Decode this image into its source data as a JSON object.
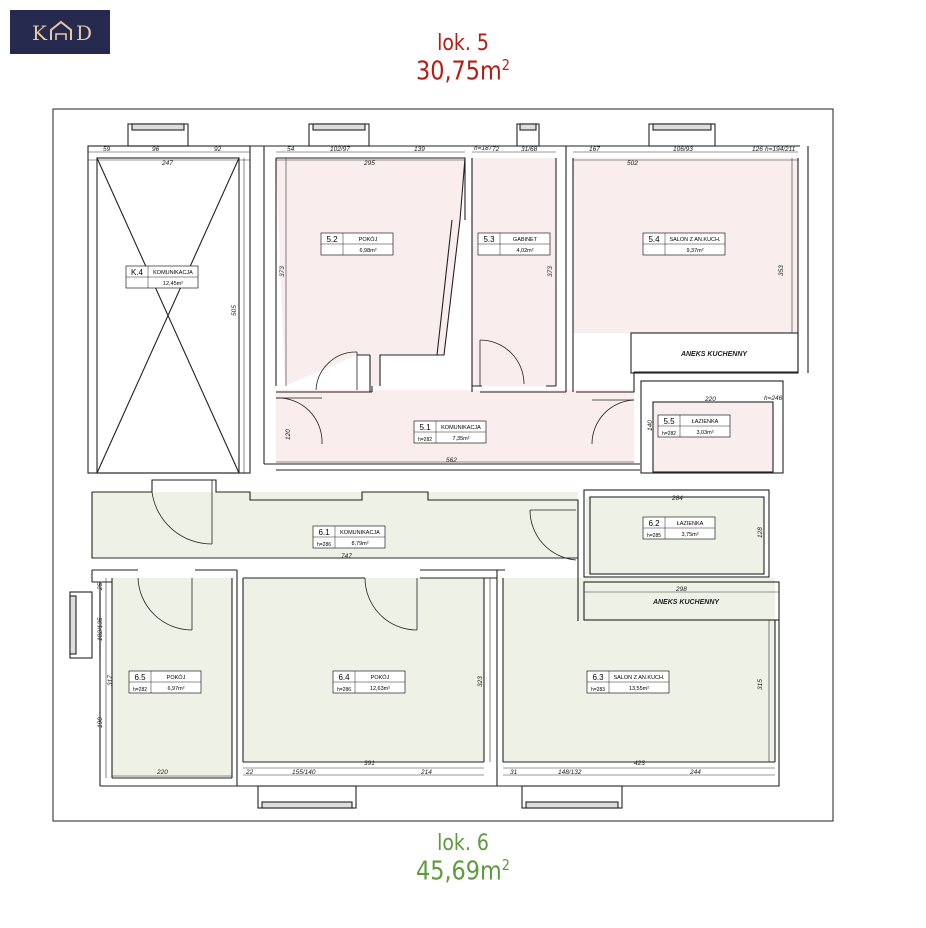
{
  "logo": {
    "left": "K",
    "right": "D"
  },
  "unit5": {
    "label": "lok. 5",
    "area": "30,75m",
    "area_sup": "2"
  },
  "unit6": {
    "label": "lok. 6",
    "area": "45,69m",
    "area_sup": "2"
  },
  "rooms": [
    {
      "id": "K.4",
      "name": "KOMUNIKACJA",
      "area": "12,45m²"
    },
    {
      "id": "5.2",
      "name": "POKÓJ",
      "area": "6,98m²"
    },
    {
      "id": "5.3",
      "name": "GABINET",
      "area": "4,02m²"
    },
    {
      "id": "5.4",
      "name": "SALON Z AN.KUCH.",
      "area": "9,37m²"
    },
    {
      "id": "5.1",
      "name": "KOMUNIKACJA",
      "height": "h=282",
      "area": "7,35m²"
    },
    {
      "id": "5.5",
      "name": "ŁAZIENKA",
      "height": "h=282",
      "area": "3,03m²"
    },
    {
      "id": "6.1",
      "name": "KOMUNIKACJA",
      "height": "h=286",
      "area": "8,79m²"
    },
    {
      "id": "6.2",
      "name": "ŁAZIENKA",
      "height": "h=285",
      "area": "3,75m²"
    },
    {
      "id": "6.5",
      "name": "POKÓJ",
      "height": "h=282",
      "area": "6,97m²"
    },
    {
      "id": "6.4",
      "name": "POKÓJ",
      "height": "h=286",
      "area": "12,63m²"
    },
    {
      "id": "6.3",
      "name": "SALON Z AN.KUCH.",
      "height": "h=283",
      "area": "13,55m²"
    }
  ],
  "annex_labels": [
    "ANEKS KUCHENNY",
    "ANEKS KUCHENNY"
  ],
  "dimensions": [
    "59",
    "96",
    "92",
    "247",
    "54",
    "102/97",
    "139",
    "295",
    "h=187",
    "72",
    "31/68",
    "167",
    "106/93",
    "126",
    "h=194/211",
    "502",
    "505",
    "373",
    "373",
    "353",
    "220",
    "h=246",
    "140",
    "120",
    "562",
    "284",
    "128",
    "747",
    "298",
    "25",
    "102/135",
    "317",
    "190",
    "220",
    "323",
    "315",
    "22",
    "155/140",
    "391",
    "214",
    "31",
    "148/132",
    "423",
    "244"
  ],
  "colors": {
    "unit5_fill": "#f9eded",
    "unit6_fill": "#eef2e6",
    "title5": "#b31f16",
    "title6": "#5f9a3c",
    "logo_bg": "#262a4e"
  }
}
